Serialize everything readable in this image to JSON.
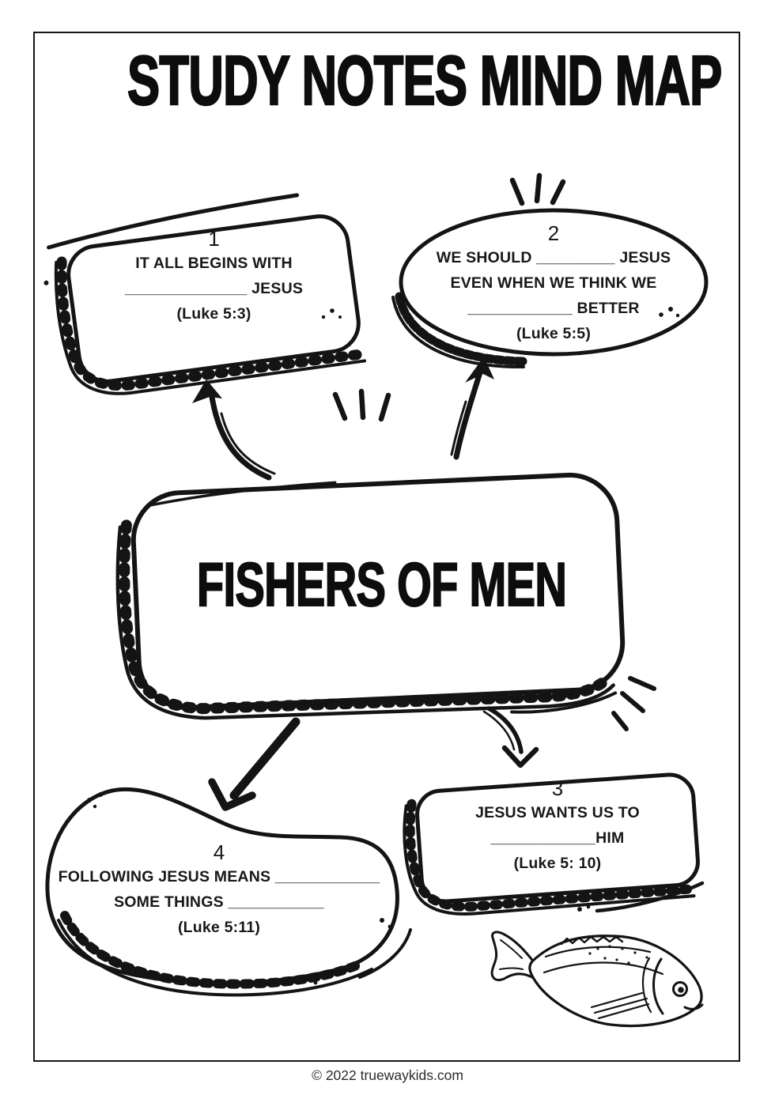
{
  "page": {
    "title": "STUDY NOTES MIND MAP",
    "footer": "© 2022 truewaykids.com"
  },
  "center_node": {
    "label": "FISHERS OF MEN"
  },
  "nodes": {
    "n1": {
      "number": "1",
      "line1": "IT ALL BEGINS WITH",
      "line2": "______________ JESUS",
      "line3": "(Luke 5:3)"
    },
    "n2": {
      "number": "2",
      "line1": "WE SHOULD _________ JESUS",
      "line2": "EVEN WHEN WE THINK WE",
      "line3": "____________ BETTER",
      "line4": "(Luke 5:5)"
    },
    "n3": {
      "number": "3",
      "line1": "JESUS WANTS US TO",
      "line2": "____________HIM",
      "line3": "(Luke 5: 10)"
    },
    "n4": {
      "number": "4",
      "line1": "FOLLOWING JESUS MEANS ____________",
      "line2": "SOME THINGS ___________",
      "line3": "(Luke 5:11)"
    }
  }
}
